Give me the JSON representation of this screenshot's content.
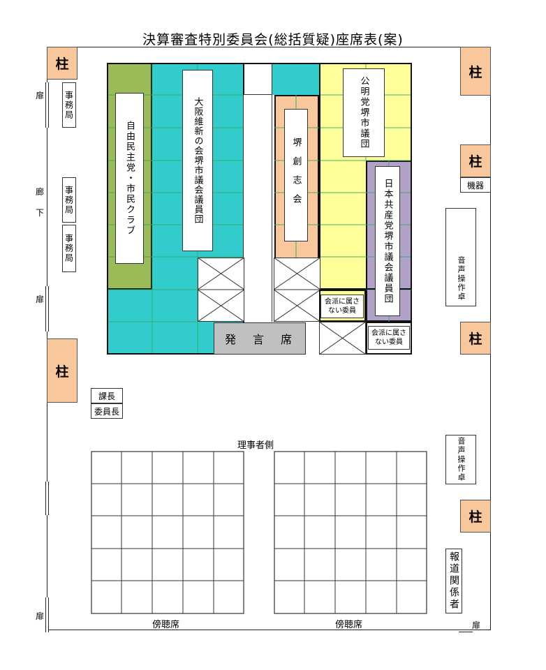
{
  "title": "決算審査特別委員会(総括質疑)座席表(案)",
  "pillar_label": "柱",
  "doors": [
    "扉",
    "扉",
    "扉",
    "扉"
  ],
  "corridor": [
    "廊",
    "下"
  ],
  "left_offices": [
    "事務局",
    "事務局",
    "事務局"
  ],
  "factions": {
    "jimin": "自由民主党・市民クラブ",
    "ishin": "大阪維新の会堺市議会議員団",
    "sousei": "堺創志会",
    "komei": "公明党堺市議団",
    "kyosan": "日本共産党堺市議会議員団",
    "independent_1": "会派に属さない委員",
    "independent_2": "会派に属さない委員"
  },
  "speaker_seat": "発　言　席",
  "kacho": "課長",
  "iincho": "委員長",
  "riji_side": "理事者側",
  "gallery_left": "傍聴席",
  "gallery_right": "傍聴席",
  "equipment": "機器",
  "sound_desk_1": "音声操作卓",
  "sound_desk_2": "音声操作卓",
  "press": "報道関係者",
  "colors": {
    "jimin": "#9bbb59",
    "ishin": "#33cccc",
    "sousei": "#f8c89c",
    "komei": "#ffff99",
    "kyosan": "#b1a0c7",
    "speaker": "#c0c0c0",
    "pillar": "#f8c89c"
  }
}
